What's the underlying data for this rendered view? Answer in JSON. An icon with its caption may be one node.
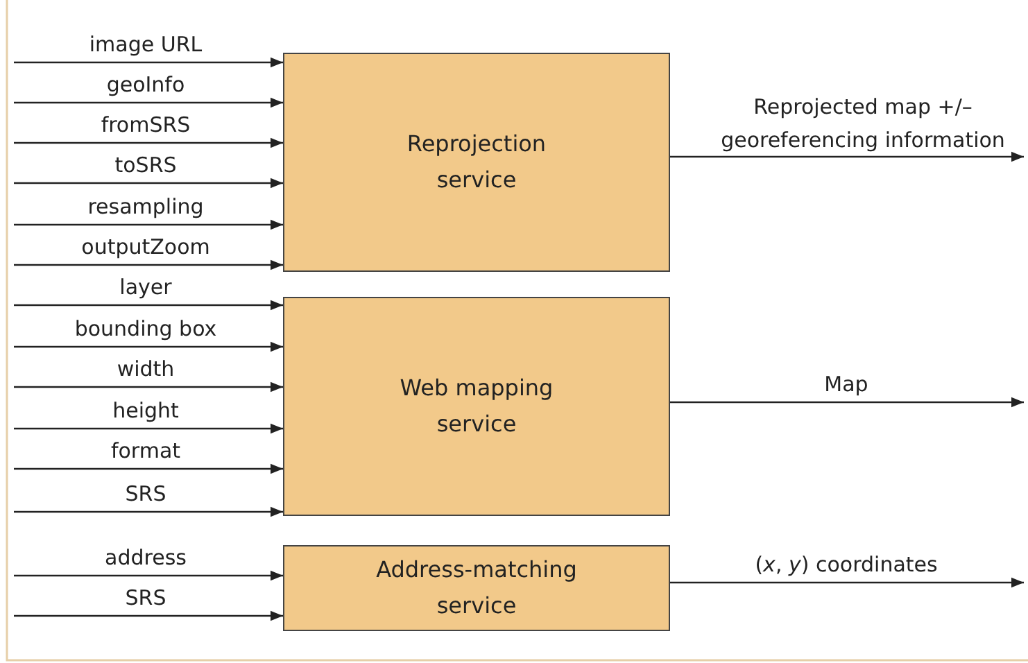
{
  "diagram": {
    "nodes": [
      {
        "text": [
          "Reprojection service"
        ]
      },
      {
        "text": [
          "Web mapping service"
        ]
      },
      {
        "text": [
          "Address-matching service"
        ]
      }
    ],
    "edges": [
      {
        "from": null,
        "to": 0,
        "arrow": "to",
        "label": "image URL"
      },
      {
        "from": null,
        "to": 0,
        "arrow": "to",
        "label": "geoInfo"
      },
      {
        "from": null,
        "to": 0,
        "arrow": "to",
        "label": "fromSRS"
      },
      {
        "from": null,
        "to": 0,
        "arrow": "to",
        "label": "toSRS"
      },
      {
        "from": null,
        "to": 0,
        "arrow": "to",
        "label": "resampling"
      },
      {
        "from": null,
        "to": 0,
        "arrow": "to",
        "label": "outputZoom"
      },
      {
        "from": null,
        "to": 1,
        "arrow": "to",
        "label": "layer"
      },
      {
        "from": null,
        "to": 1,
        "arrow": "to",
        "label": "bounding box"
      },
      {
        "from": null,
        "to": 1,
        "arrow": "to",
        "label": "width"
      },
      {
        "from": null,
        "to": 1,
        "arrow": "to",
        "label": "height"
      },
      {
        "from": null,
        "to": 1,
        "arrow": "to",
        "label": "format"
      },
      {
        "from": null,
        "to": 1,
        "arrow": "to",
        "label": "SRS"
      },
      {
        "from": null,
        "to": 2,
        "arrow": "to",
        "label": "address"
      },
      {
        "from": null,
        "to": 2,
        "arrow": "to",
        "label": "SRS"
      },
      {
        "from": 0,
        "to": null,
        "arrow": "to",
        "label": "Reprojected map +/– georeferencing information"
      },
      {
        "from": 1,
        "to": null,
        "arrow": "to",
        "label": "Map"
      },
      {
        "from": 2,
        "to": null,
        "arrow": "to",
        "label": "(*x*, *y*) coordinates"
      }
    ]
  }
}
